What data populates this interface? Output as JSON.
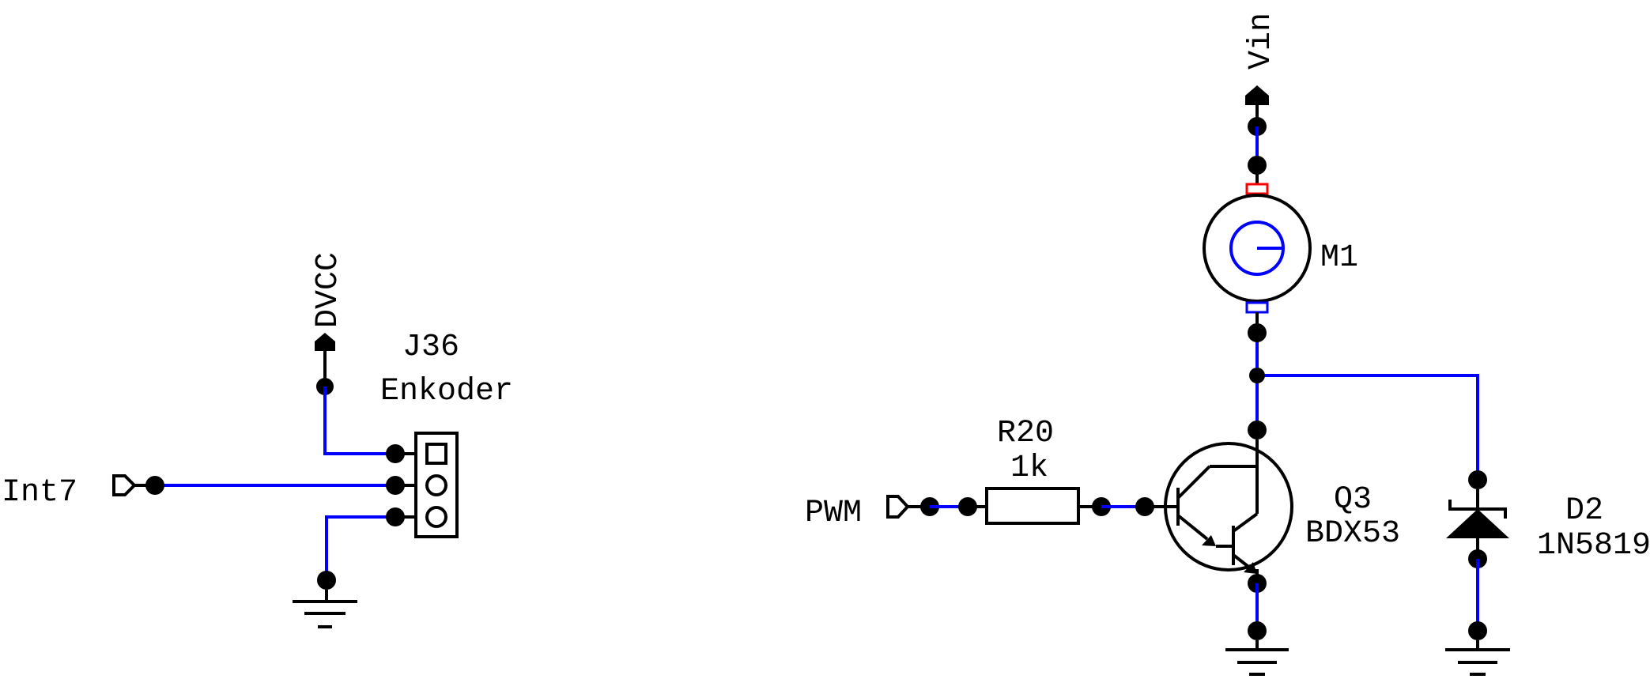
{
  "colors": {
    "wire": "#0000ff",
    "line": "#000000",
    "pin_positive": "#ff0000",
    "pin_negative": "#0000ff",
    "motor_symbol": "#0000ff"
  },
  "nets": {
    "dvcc": "DVCC",
    "int7": "Int7",
    "vin": "Vin",
    "pwm": "PWM"
  },
  "components": {
    "j36": {
      "ref": "J36",
      "value": "Enkoder"
    },
    "m1": {
      "ref": "M1"
    },
    "r20": {
      "ref": "R20",
      "value": "1k"
    },
    "q3": {
      "ref": "Q3",
      "value": "BDX53"
    },
    "d2": {
      "ref": "D2",
      "value": "1N5819"
    }
  }
}
